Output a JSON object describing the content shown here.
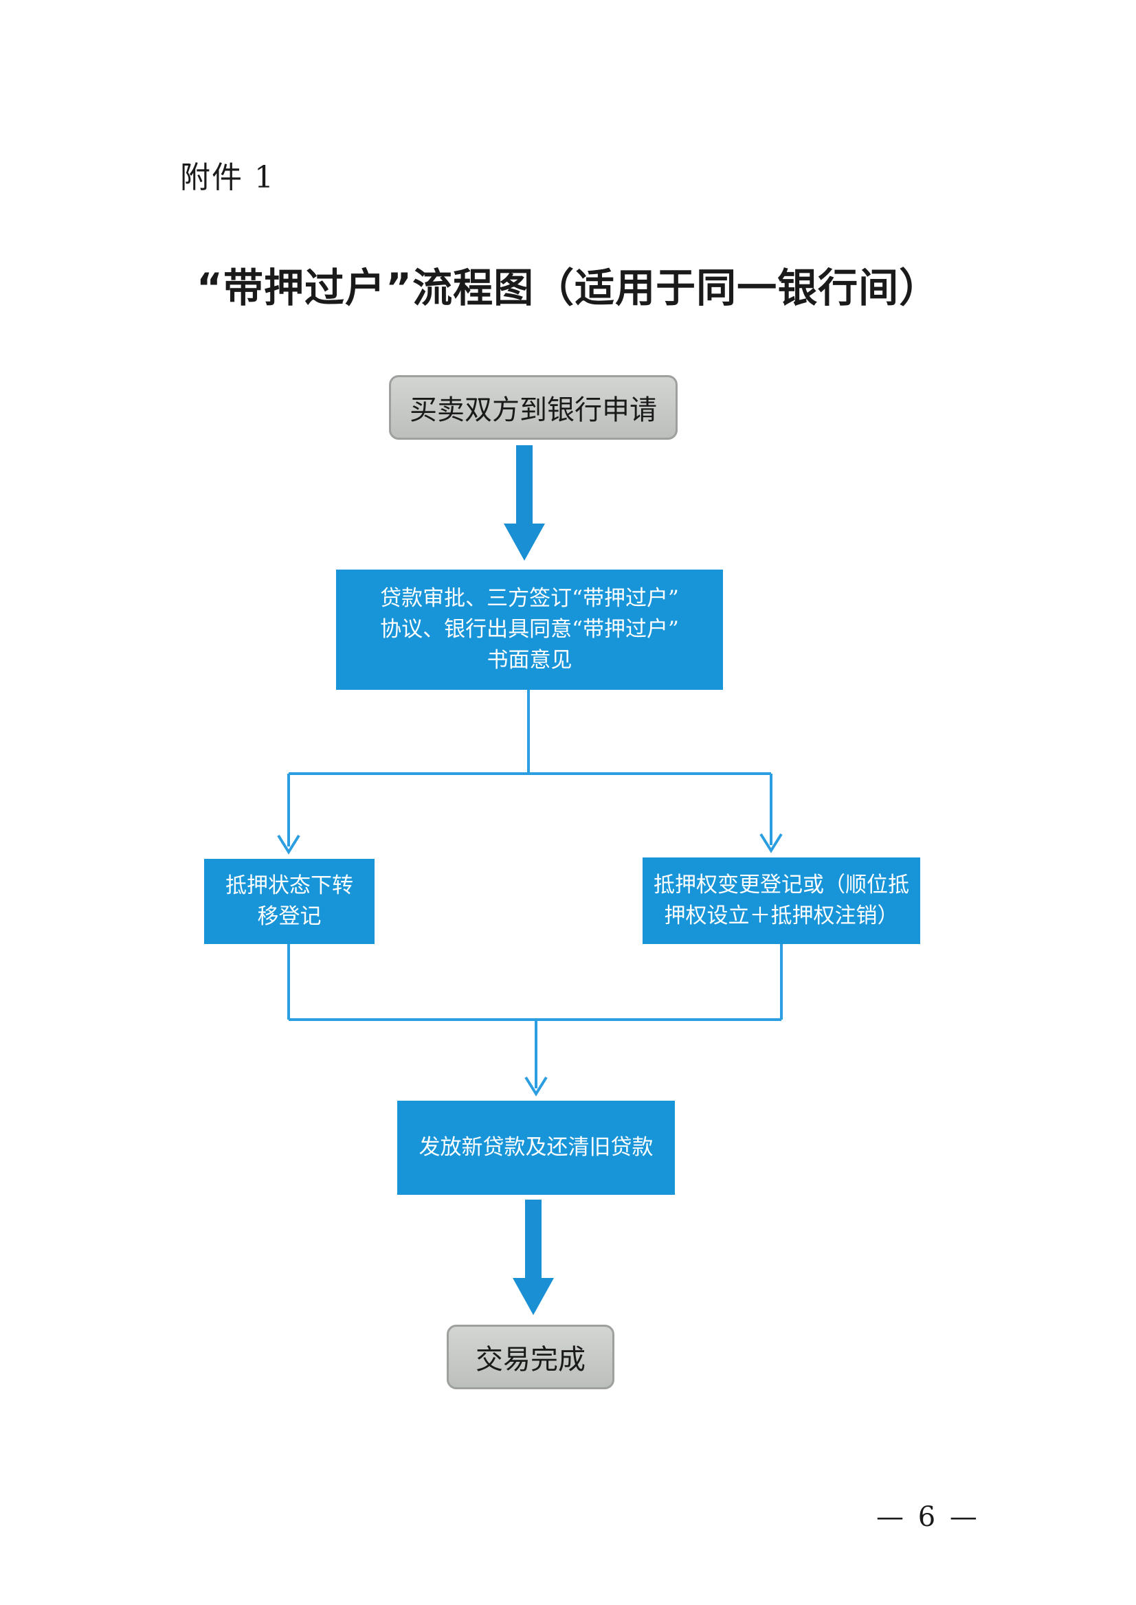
{
  "header": {
    "attachment_label": "附件 1"
  },
  "title": "“带押过户”流程图（适用于同一银行间）",
  "nodes": {
    "start": "买卖双方到银行申请",
    "approval": [
      "贷款审批、三方签订“带押过户”",
      "协议、银行出具同意“带押过户”",
      "书面意见"
    ],
    "transfer_registration": [
      "抵押状态下转",
      "移登记"
    ],
    "change_registration": [
      "抵押权变更登记或（顺位抵",
      "押权设立＋抵押权注销）"
    ],
    "loan_release": "发放新贷款及还清旧贷款",
    "end": "交易完成"
  },
  "footer": {
    "page_number": "— 6 —"
  },
  "colors": {
    "box_blue": "#1795d8",
    "box_grey": "#c6c9c6",
    "arrow_blue": "#1a8fd3"
  }
}
